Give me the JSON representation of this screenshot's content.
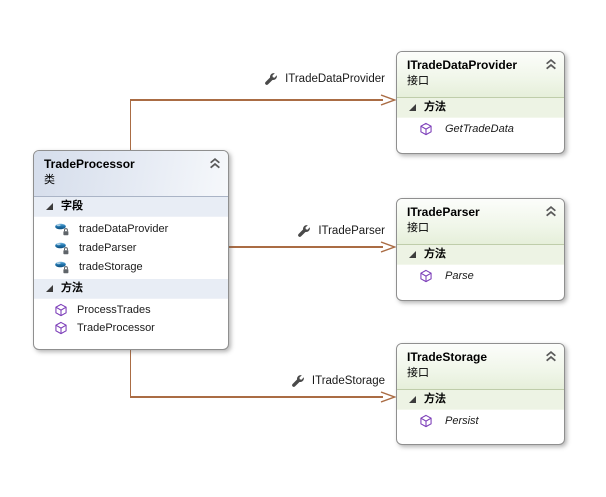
{
  "class_box": {
    "title": "TradeProcessor",
    "stereotype": "类",
    "fields_section_label": "字段",
    "methods_section_label": "方法",
    "fields": [
      "tradeDataProvider",
      "tradeParser",
      "tradeStorage"
    ],
    "methods": [
      "ProcessTrades",
      "TradeProcessor"
    ]
  },
  "interfaces": [
    {
      "title": "ITradeDataProvider",
      "stereotype": "接口",
      "section_label": "方法",
      "methods": [
        "GetTradeData"
      ]
    },
    {
      "title": "ITradeParser",
      "stereotype": "接口",
      "section_label": "方法",
      "methods": [
        "Parse"
      ]
    },
    {
      "title": "ITradeStorage",
      "stereotype": "接口",
      "section_label": "方法",
      "methods": [
        "Persist"
      ]
    }
  ],
  "connectors": [
    {
      "label": "ITradeDataProvider"
    },
    {
      "label": "ITradeParser"
    },
    {
      "label": "ITradeStorage"
    }
  ],
  "colors": {
    "connector": "#aa6c44",
    "class_header": "#dde4ef",
    "interface_header": "#e9f1de",
    "field_icon_blue": "#1f6da3",
    "method_icon_purple": "#7b3cb8",
    "wrench_gray": "#4a4a4a"
  }
}
